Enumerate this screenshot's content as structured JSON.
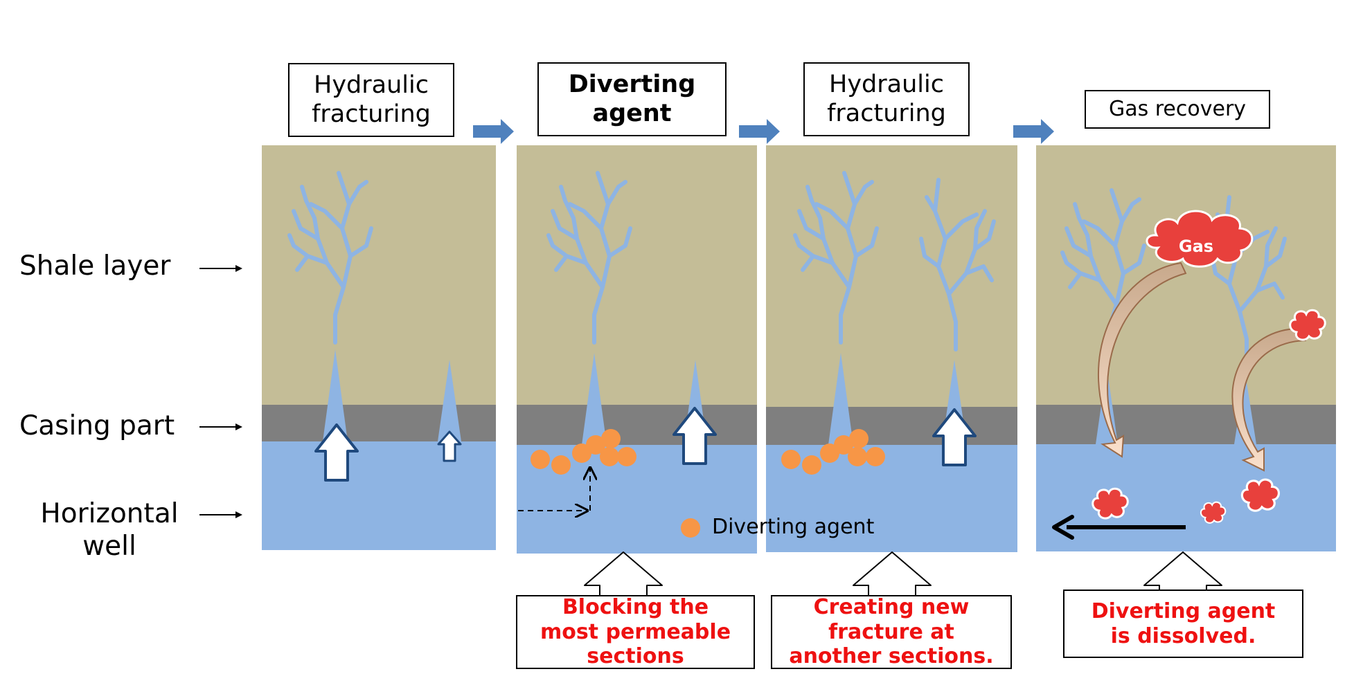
{
  "layers": {
    "shale": "Shale layer",
    "casing": "Casing part",
    "well_line1": "Horizontal",
    "well_line2": "well"
  },
  "stages": [
    {
      "line1": "Hydraulic",
      "line2": "fracturing"
    },
    {
      "line1": "Diverting",
      "line2": "agent"
    },
    {
      "line1": "Hydraulic",
      "line2": "fracturing"
    },
    {
      "line1": "Gas recovery"
    }
  ],
  "legend": {
    "label": "Diverting agent"
  },
  "gas_label": "Gas",
  "notes": [
    {
      "line1": "Blocking the",
      "line2": "most permeable",
      "line3": "sections"
    },
    {
      "line1": "Creating new",
      "line2": "fracture at",
      "line3": "another sections."
    },
    {
      "line1": "Diverting agent",
      "line2": "is dissolved."
    }
  ],
  "colors": {
    "shale": "#c4bd97",
    "casing": "#7f7f7f",
    "well": "#8eb4e3",
    "fracture": "#8eb4e3",
    "agent": "#f79646",
    "gas": "#e8403c",
    "flow_arrow": "#1f497d",
    "stage_arrow": "#4f81bd",
    "note_text": "#ee1111"
  }
}
